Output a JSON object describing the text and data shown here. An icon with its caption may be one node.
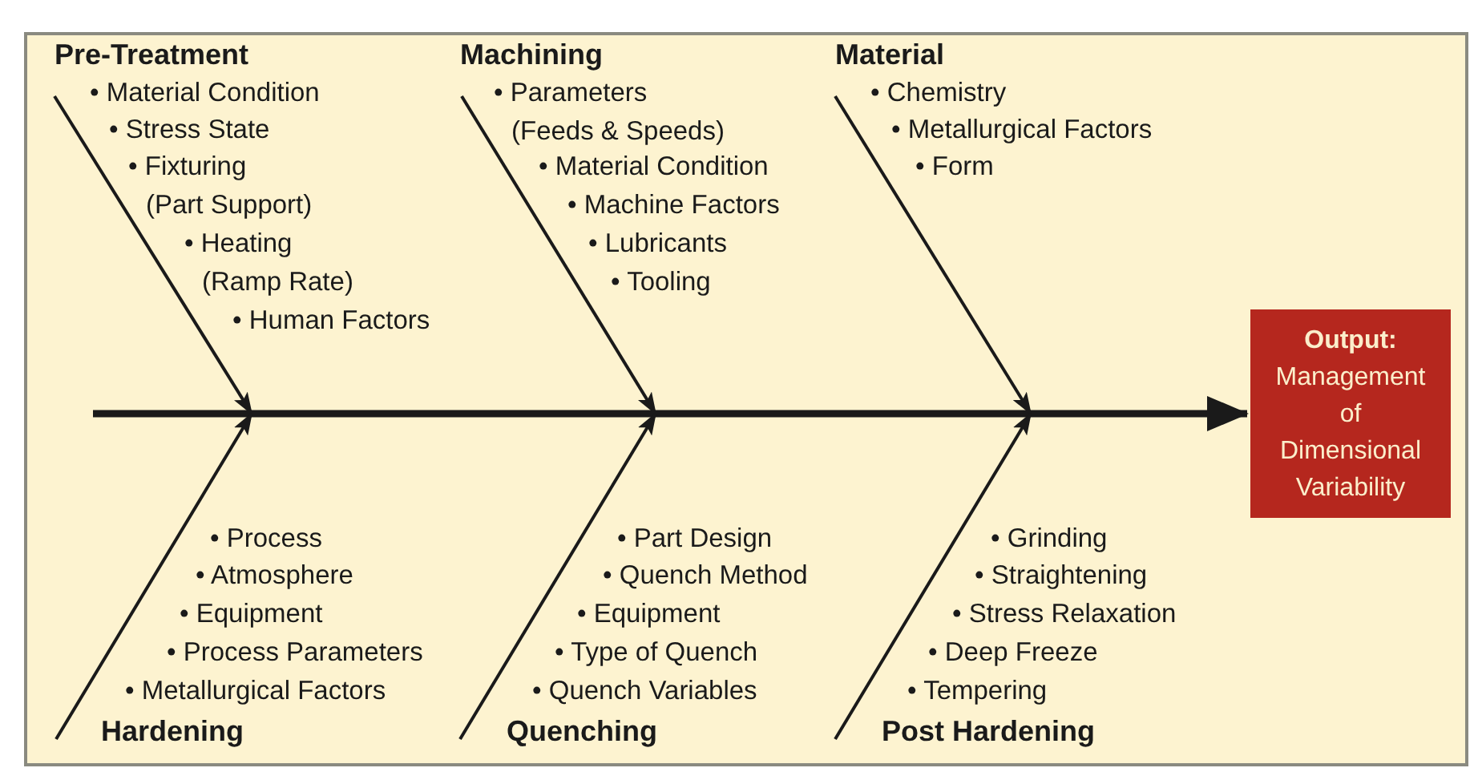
{
  "diagram": {
    "nodes": [
      {
        "text": [
          "Pre-Treatment",
          "• Material Condition",
          "• Stress State",
          "• Fixturing (Part Support)",
          "• Heating (Ramp Rate)",
          "• Human Factors"
        ]
      },
      {
        "text": [
          "Machining",
          "• Parameters (Feeds & Speeds)",
          "• Material Condition",
          "• Machine Factors",
          "• Lubricants",
          "• Tooling"
        ]
      },
      {
        "text": [
          "Material",
          "• Chemistry",
          "• Metallurgical Factors",
          "• Form"
        ]
      },
      {
        "text": [
          "Output:",
          "Management of Dimensional Variability"
        ]
      },
      {
        "text": [
          "• Process",
          "• Atmosphere",
          "• Equipment",
          "• Process Parameters",
          "• Metallurgical Factors",
          "Hardening"
        ]
      },
      {
        "text": [
          "• Part Design",
          "• Quench Method",
          "• Equipment",
          "• Type of Quench",
          "• Quench Variables",
          "Quenching"
        ]
      },
      {
        "text": [
          "• Grinding",
          "• Straightening",
          "• Stress Relaxation",
          "• Deep Freeze",
          "• Tempering",
          "Post Hardening"
        ]
      }
    ],
    "edges": [
      {
        "from": 0,
        "to": null,
        "arrow": "to"
      },
      {
        "from": 1,
        "to": null,
        "arrow": "to"
      },
      {
        "from": 2,
        "to": null,
        "arrow": "to"
      },
      {
        "from": null,
        "to": 3,
        "arrow": "to",
        "style": "thick"
      },
      {
        "from": 4,
        "to": null,
        "arrow": "to"
      },
      {
        "from": 5,
        "to": null,
        "arrow": "to"
      },
      {
        "from": 6,
        "to": null,
        "arrow": "to"
      }
    ]
  }
}
